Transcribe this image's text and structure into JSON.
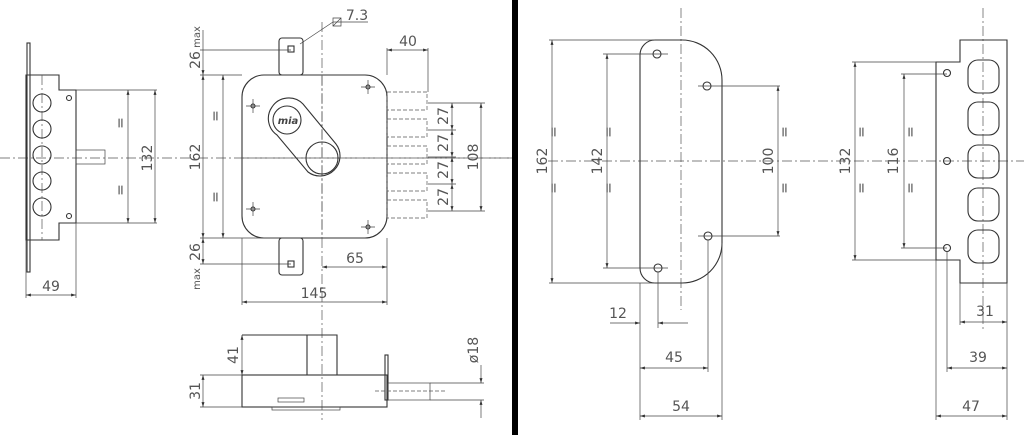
{
  "left_drawing": {
    "side_view": {
      "width": "49",
      "height": "132",
      "equal": "="
    },
    "front_view": {
      "square_hole": "7.3",
      "bolt_projection": "40",
      "bolt_pitch": [
        "27",
        "27",
        "27",
        "27"
      ],
      "bolt_span": "108",
      "height": "162",
      "equal": "=",
      "top_max": "26",
      "bottom_max": "26",
      "max_label": "max",
      "backset": "65",
      "width": "145",
      "logo": "mia"
    },
    "bottom_view": {
      "cylinder_depth": "41",
      "case_depth": "31",
      "bolt_diameter": "ø18"
    }
  },
  "right_drawing": {
    "strike_plate": {
      "height": "162",
      "hole_span_outer": "142",
      "hole_span_inner": "100",
      "edge_offset": "12",
      "hole_offset": "45",
      "width": "54",
      "equal": "="
    },
    "keeper": {
      "height": "132",
      "hole_span": "116",
      "inner_width": "31",
      "hole_offset": "39",
      "width": "47",
      "equal": "="
    }
  }
}
